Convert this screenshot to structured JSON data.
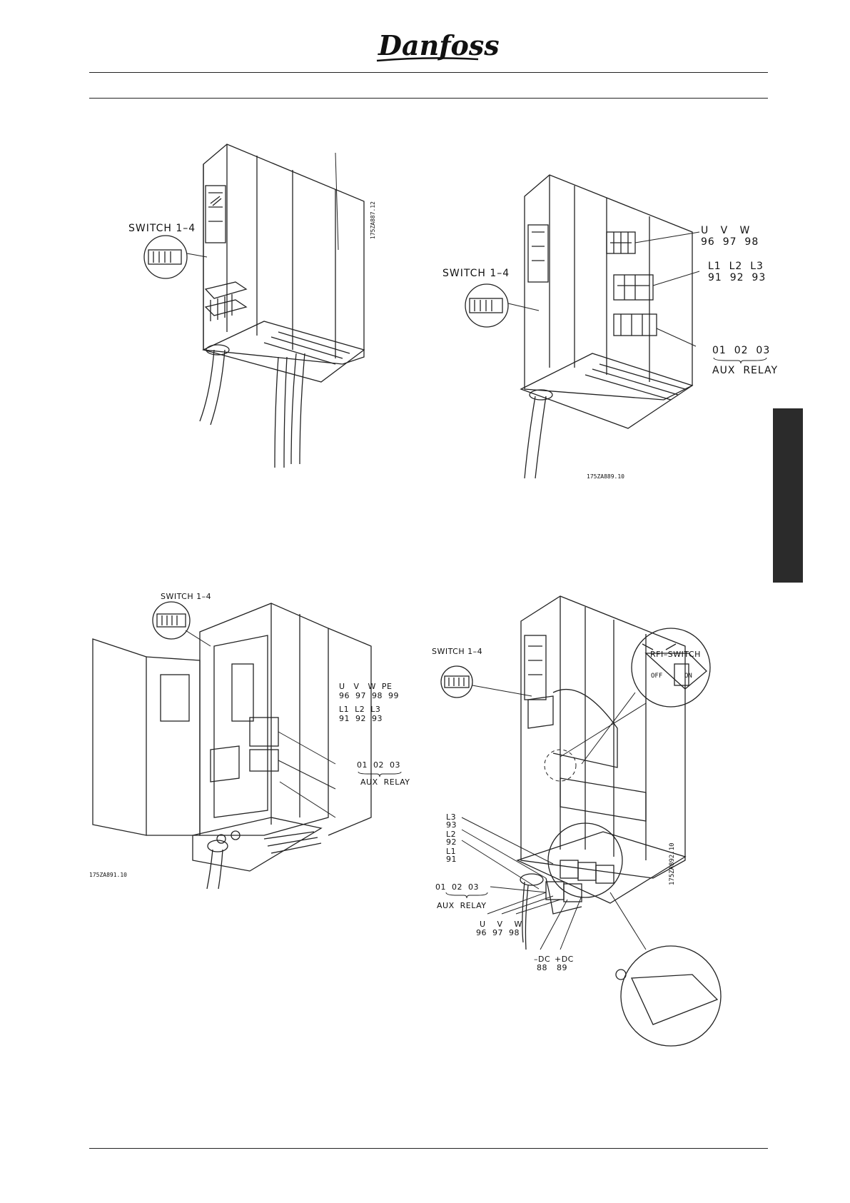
{
  "header": {
    "logo_text": "Danfoss"
  },
  "figures": [
    {
      "id": "fig1",
      "switch_label": "SWITCH 1–4",
      "code": "175ZA887.12"
    },
    {
      "id": "fig2",
      "switch_label": "SWITCH 1–4",
      "uvw": "U   V   W",
      "uvw_nums": "96  97  98",
      "lll": "L1  L2  L3",
      "lll_nums": "91  92  93",
      "relay_nums": "01  02  03",
      "relay_label": "AUX  RELAY",
      "code": "175ZA889.10"
    },
    {
      "id": "fig3",
      "switch_label": "SWITCH 1–4",
      "uvw": "U   V   W  PE",
      "uvw_nums": "96  97  98  99",
      "lll": "L1  L2  L3",
      "lll_nums": "91  92  93",
      "relay_nums": "01  02  03",
      "relay_label": "AUX  RELAY",
      "code": "175ZA891.10"
    },
    {
      "id": "fig4",
      "switch_label": "SWITCH 1–4",
      "rfi_label": "RFI–SWITCH",
      "off": "OFF",
      "on": "ON",
      "l3": "L3",
      "l3n": "93",
      "l2": "L2",
      "l2n": "92",
      "l1": "L1",
      "l1n": "91",
      "relay_nums": "01  02  03",
      "relay_label": "AUX  RELAY",
      "uvw": "U    V    W",
      "uvw_nums": "96  97  98",
      "mdc": "–DC",
      "mdc_n": "88",
      "pdc": "+DC",
      "pdc_n": "89",
      "code": "175ZA892.10"
    }
  ]
}
